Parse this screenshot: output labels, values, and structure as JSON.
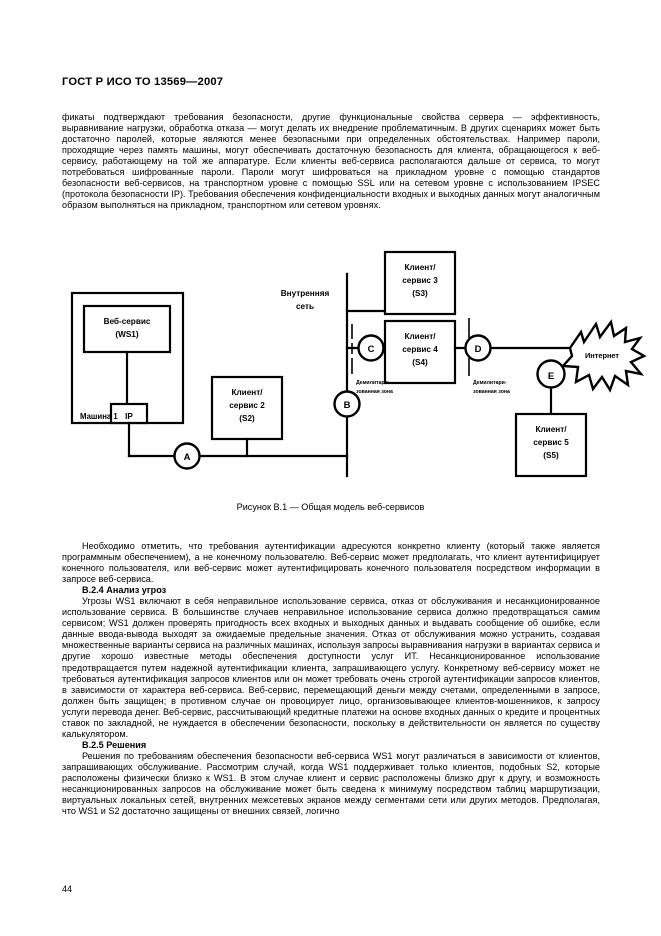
{
  "document": {
    "header": "ГОСТ Р ИСО ТО 13569—2007",
    "page_number": "44"
  },
  "body_top": {
    "paragraph_1": "фикаты подтверждают требования безопасности, другие функциональные свойства сервера — эффективность, выравнивание нагрузки, обработка отказа — могут делать их внедрение проблематичным. В других сценариях может быть достаточно паролей, которые являются менее безопасными при определенных обстоятельствах. Например пароли, проходящие через память машины, могут обеспечивать достаточную безопасность для клиента, обращающегося к веб-сервису, работающему на той же аппаратуре. Если клиенты веб-сервиса располагаются дальше от сервиса, то могут потребоваться шифрованные пароли. Пароли могут шифроваться на прикладном уровне с помощью стандартов безопасности веб-сервисов, на транспортном уровне с помощью SSL или на сетевом уровне с использованием IPSEC (протокола безопасности IP). Требования обеспечения конфиденциальности входных и выходных данных могут аналогичным образом выполняться на прикладном, транспортном или сетевом уровнях."
  },
  "figure": {
    "caption": "Рисунок В.1 — Общая модель веб-сервисов",
    "nodes": {
      "web_service": {
        "line1": "Веб-сервис",
        "line2": "(WS1)"
      },
      "machine": "Машина 1",
      "ip": "IP",
      "client2": {
        "line1": "Клиент/",
        "line2": "сервис 2",
        "line3": "(S2)"
      },
      "client3": {
        "line1": "Клиент/",
        "line2": "сервис 3",
        "line3": "(S3)"
      },
      "client4": {
        "line1": "Клиент/",
        "line2": "сервис 4",
        "line3": "(S4)"
      },
      "client5": {
        "line1": "Клиент/",
        "line2": "сервис 5",
        "line3": "(S5)"
      },
      "internet": "Интернет"
    },
    "labels": {
      "internal_network": {
        "line1": "Внутренняя",
        "line2": "сеть"
      },
      "dmz_left": {
        "line1": "Демилитари-",
        "line2": "зованная зона"
      },
      "dmz_right": {
        "line1": "Демилитари-",
        "line2": "зованная зона"
      }
    },
    "taps": {
      "a": "A",
      "b": "B",
      "c": "C",
      "d": "D",
      "e": "E"
    }
  },
  "body_bottom": {
    "paragraph_intro": "Необходимо отметить, что требования аутентификации адресуются конкретно клиенту (который также является программным обеспечением), а не конечному пользователю. Веб-сервис может предполагать, что клиент аутентифицирует конечного пользователя, или веб-сервис может аутентифицировать конечного пользователя посредством информации в запросе веб-сервиса.",
    "section_b24_title": "В.2.4 Анализ угроз",
    "paragraph_b24_1": "Угрозы WS1 включают в себя неправильное использование сервиса, отказ от обслуживания и несанкционированное использование сервиса. В большинстве случаев неправильное использование сервиса должно предотвращаться самим сервисом; WS1 должен проверять пригодность всех входных и выходных данных и выдавать сообщение об ошибке, если данные ввода-вывода выходят за ожидаемые предельные значения. Отказ от обслуживания можно устранить, создавая множественные варианты сервиса на различных машинах, используя запросы выравнивания нагрузки в вариантах сервиса и другие хорошо известные методы обеспечения доступности услуг ИТ. Несанкционированное использование предотвращается путем надежной аутентификации клиента, запрашивающего услугу. Конкретному веб-сервису может не требоваться аутентификация запросов клиентов или он может требовать очень строгой аутентификации запросов клиентов, в зависимости от характера веб-сервиса. Веб-сервис, перемещающий деньги между счетами, определенными в запросе, должен быть защищен; в противном случае он провоцирует лицо, организовывающее клиентов-мошенников, к запросу услуги перевода денег. Веб-сервис, рассчитывающий кредитные платежи на основе входных данных о кредите и процентных ставок по закладной, не нуждается в обеспечении безопасности, поскольку в действительности он является по существу калькулятором.",
    "section_b25_title": "В.2.5 Решения",
    "paragraph_b25_1": "Решения по требованиям обеспечения безопасности веб-сервиса WS1 могут различаться в зависимости от клиентов, запрашивающих обслуживание. Рассмотрим случай, когда WS1 поддерживает только клиентов, подобных S2, которые расположены физически близко к WS1. В этом случае клиент и сервис расположены близко друг к другу, и возможность несанкционированных запросов на обслуживание может быть сведена к минимуму посредством таблиц маршрутизации, виртуальных локальных сетей, внутренних межсетевых экранов между сегментами сети или других методов. Предполагая, что WS1 и S2 достаточно защищены от внешних связей, логично"
  }
}
